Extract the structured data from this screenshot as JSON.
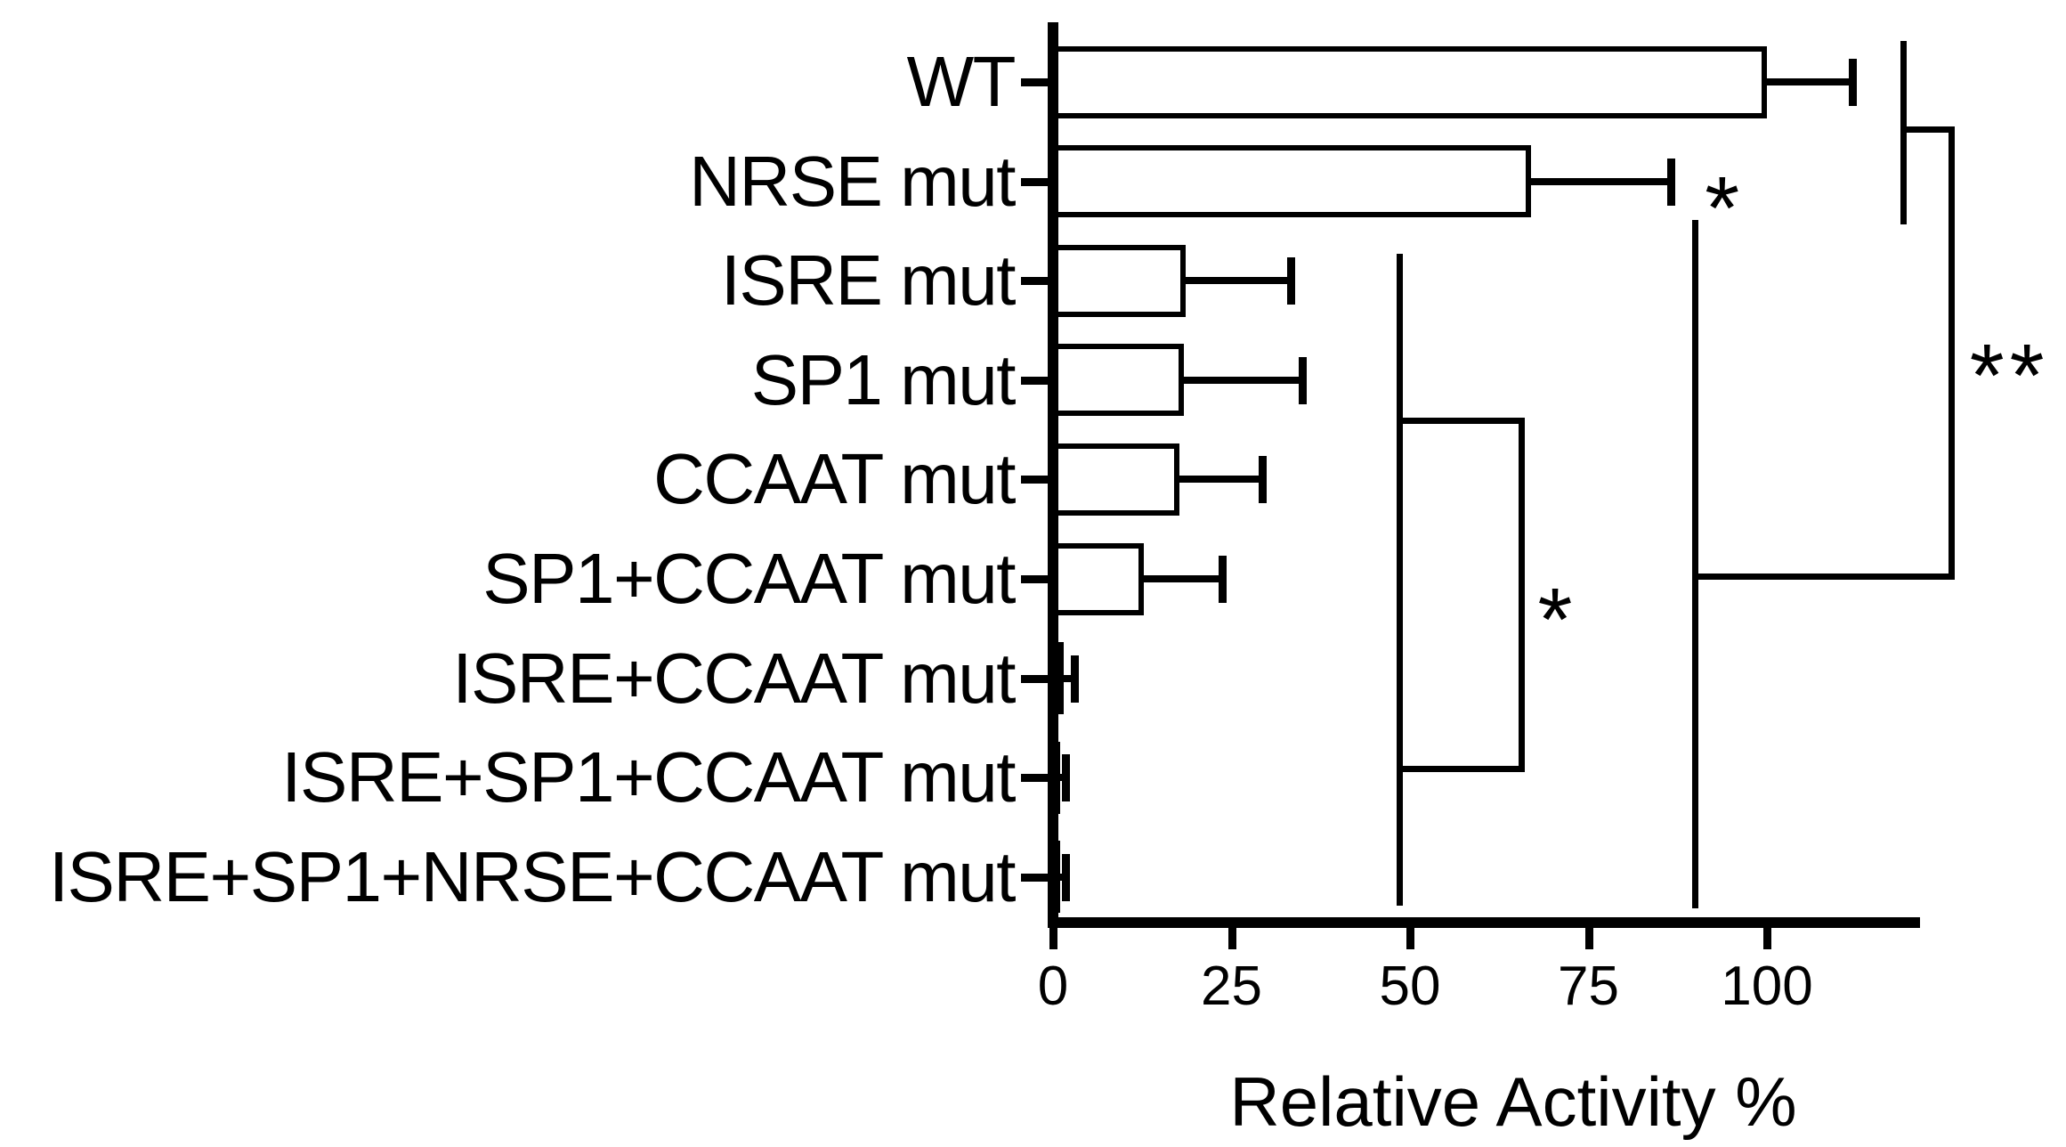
{
  "figure": {
    "background_color": "#ffffff",
    "ink_color": "#000000"
  },
  "chart_data": {
    "type": "bar",
    "orientation": "horizontal",
    "title": "",
    "xlabel": "Relative Activity %",
    "ylabel": "",
    "categories": [
      "WT",
      "NRSE mut",
      "ISRE mut",
      "SP1 mut",
      "CCAAT mut",
      "SP1+CCAAT mut",
      "ISRE+CCAAT mut",
      "ISRE+SP1+CCAAT mut",
      "ISRE+SP1+NRSE+CCAAT mut"
    ],
    "values": [
      100,
      67,
      18.6,
      18.3,
      17.7,
      12.7,
      1.5,
      1,
      1
    ],
    "errors_plus": [
      12,
      19.5,
      14.7,
      16.6,
      11.6,
      11,
      1.5,
      0.8,
      0.8
    ],
    "bar_fill": "#ffffff",
    "bar_outline": "#000000",
    "xlim": [
      0,
      121
    ],
    "x_ticks": [
      0,
      25,
      50,
      75,
      100
    ],
    "grid": false,
    "legend": null,
    "significance": {
      "stars": [
        {
          "text": "*",
          "x": 94.1,
          "row": 1.06
        },
        {
          "text": "*",
          "x": 70.7,
          "row": 5.2
        },
        {
          "text": "**",
          "x": 134.0,
          "row": 2.74
        }
      ],
      "segments": [
        {
          "x1": 48.6,
          "y1": 1.76,
          "x2": 48.6,
          "y2": 8.26
        },
        {
          "x1": 90.0,
          "y1": 1.42,
          "x2": 90.0,
          "y2": 8.28
        },
        {
          "x1": 48.6,
          "y1": 3.41,
          "x2": 65.7,
          "y2": 3.41
        },
        {
          "x1": 65.7,
          "y1": 3.41,
          "x2": 65.7,
          "y2": 6.91
        },
        {
          "x1": 48.6,
          "y1": 6.91,
          "x2": 65.7,
          "y2": 6.91
        },
        {
          "x1": 119.1,
          "y1": -0.38,
          "x2": 119.1,
          "y2": 1.4
        },
        {
          "x1": 119.1,
          "y1": 0.475,
          "x2": 125.9,
          "y2": 0.475
        },
        {
          "x1": 125.9,
          "y1": 0.475,
          "x2": 125.9,
          "y2": 4.98
        },
        {
          "x1": 90.0,
          "y1": 4.98,
          "x2": 125.9,
          "y2": 4.98
        }
      ]
    }
  }
}
